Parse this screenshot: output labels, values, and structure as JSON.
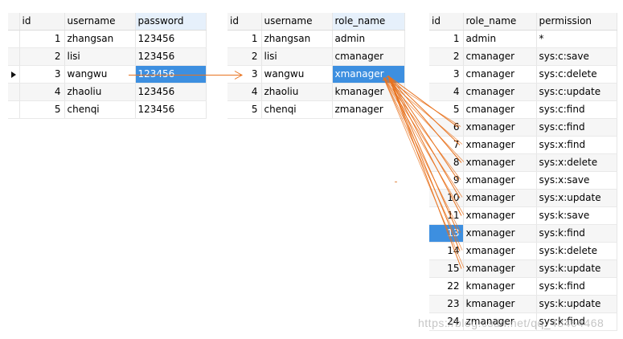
{
  "users_table": {
    "columns": [
      "id",
      "username",
      "password"
    ],
    "rows": [
      {
        "id": "1",
        "username": "zhangsan",
        "password": "123456"
      },
      {
        "id": "2",
        "username": "lisi",
        "password": "123456"
      },
      {
        "id": "3",
        "username": "wangwu",
        "password": "123456"
      },
      {
        "id": "4",
        "username": "zhaoliu",
        "password": "123456"
      },
      {
        "id": "5",
        "username": "chenqi",
        "password": "123456"
      }
    ]
  },
  "roles_table": {
    "columns": [
      "id",
      "username",
      "role_name"
    ],
    "rows": [
      {
        "id": "1",
        "username": "zhangsan",
        "role_name": "admin"
      },
      {
        "id": "2",
        "username": "lisi",
        "role_name": "cmanager"
      },
      {
        "id": "3",
        "username": "wangwu",
        "role_name": "xmanager"
      },
      {
        "id": "4",
        "username": "zhaoliu",
        "role_name": "kmanager"
      },
      {
        "id": "5",
        "username": "chenqi",
        "role_name": "zmanager"
      }
    ]
  },
  "permissions_table": {
    "columns": [
      "id",
      "role_name",
      "permission"
    ],
    "rows": [
      {
        "id": "1",
        "role_name": "admin",
        "permission": "*"
      },
      {
        "id": "2",
        "role_name": "cmanager",
        "permission": "sys:c:save"
      },
      {
        "id": "3",
        "role_name": "cmanager",
        "permission": "sys:c:delete"
      },
      {
        "id": "4",
        "role_name": "cmanager",
        "permission": "sys:c:update"
      },
      {
        "id": "5",
        "role_name": "cmanager",
        "permission": "sys:c:find"
      },
      {
        "id": "6",
        "role_name": "xmanager",
        "permission": "sys:c:find"
      },
      {
        "id": "7",
        "role_name": "xmanager",
        "permission": "sys:x:find"
      },
      {
        "id": "8",
        "role_name": "xmanager",
        "permission": "sys:x:delete"
      },
      {
        "id": "9",
        "role_name": "xmanager",
        "permission": "sys:x:save"
      },
      {
        "id": "10",
        "role_name": "xmanager",
        "permission": "sys:x:update"
      },
      {
        "id": "11",
        "role_name": "xmanager",
        "permission": "sys:k:save"
      },
      {
        "id": "13",
        "role_name": "xmanager",
        "permission": "sys:k:find"
      },
      {
        "id": "14",
        "role_name": "xmanager",
        "permission": "sys:k:delete"
      },
      {
        "id": "15",
        "role_name": "xmanager",
        "permission": "sys:k:update"
      },
      {
        "id": "22",
        "role_name": "kmanager",
        "permission": "sys:k:find"
      },
      {
        "id": "23",
        "role_name": "kmanager",
        "permission": "sys:k:update"
      },
      {
        "id": "24",
        "role_name": "zmanager",
        "permission": "sys:k:find"
      }
    ]
  },
  "highlights": {
    "users_selected_row": 2,
    "users_selected_col": "password",
    "roles_selected_row": 2,
    "roles_selected_col": "role_name",
    "permissions_selected_row": 11,
    "permissions_selected_col": "id",
    "users_sorted_col": "password",
    "roles_sorted_col": "role_name",
    "row_pointer_row": 2
  },
  "links": {
    "user_to_role": {
      "from_row": 2,
      "to_row": 2
    },
    "role_to_permissions": {
      "from_row": 2,
      "to_rows": [
        5,
        6,
        7,
        8,
        9,
        10,
        11,
        12,
        13
      ]
    }
  },
  "colors": {
    "selection": "#3d8fe0",
    "arrow": "#e8731f",
    "alt_row": "#f6f6f6"
  },
  "watermark": "https://blog.csdn.net/qq_43464468",
  "icons": {
    "row_pointer": "row-pointer-icon"
  }
}
